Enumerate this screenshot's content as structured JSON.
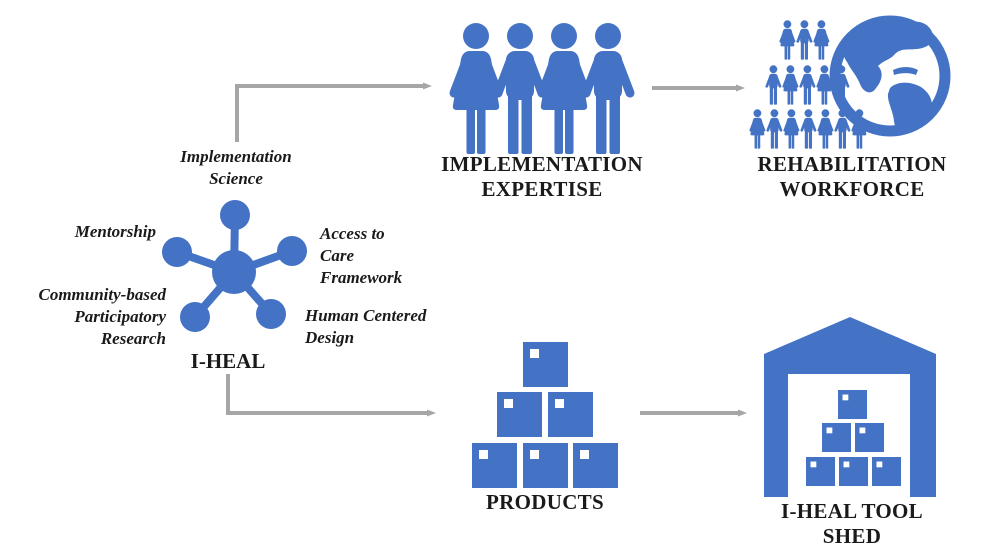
{
  "hub": {
    "title": "I-HEAL",
    "spokes": {
      "implementation_science": [
        "Implementation",
        "Science"
      ],
      "mentorship": [
        "Mentorship"
      ],
      "access_to_care": [
        "Access to",
        "Care",
        "Framework"
      ],
      "community_based": [
        "Community-based",
        "Participatory",
        "Research"
      ],
      "human_centered": [
        "Human Centered",
        "Design"
      ]
    }
  },
  "nodes": {
    "implementation_expertise": [
      "IMPLEMENTATION",
      "EXPERTISE"
    ],
    "rehabilitation_workforce": [
      "REHABILITATION",
      "WORKFORCE"
    ],
    "products": [
      "PRODUCTS"
    ],
    "tool_shed": [
      "I-HEAL TOOL",
      "SHED"
    ]
  },
  "icons": {
    "hub": "hub-spoke-icon",
    "implementation_expertise": "people-group-icon",
    "rehabilitation_workforce": "globe-crowd-icon",
    "products": "boxes-pyramid-icon",
    "tool_shed": "warehouse-boxes-icon",
    "arrows": "flow-arrow"
  },
  "colors": {
    "icon_blue": "#4472C4",
    "arrow_gray": "#A6A6A6",
    "text": "#1A1A1A",
    "background": "#FFFFFF"
  }
}
